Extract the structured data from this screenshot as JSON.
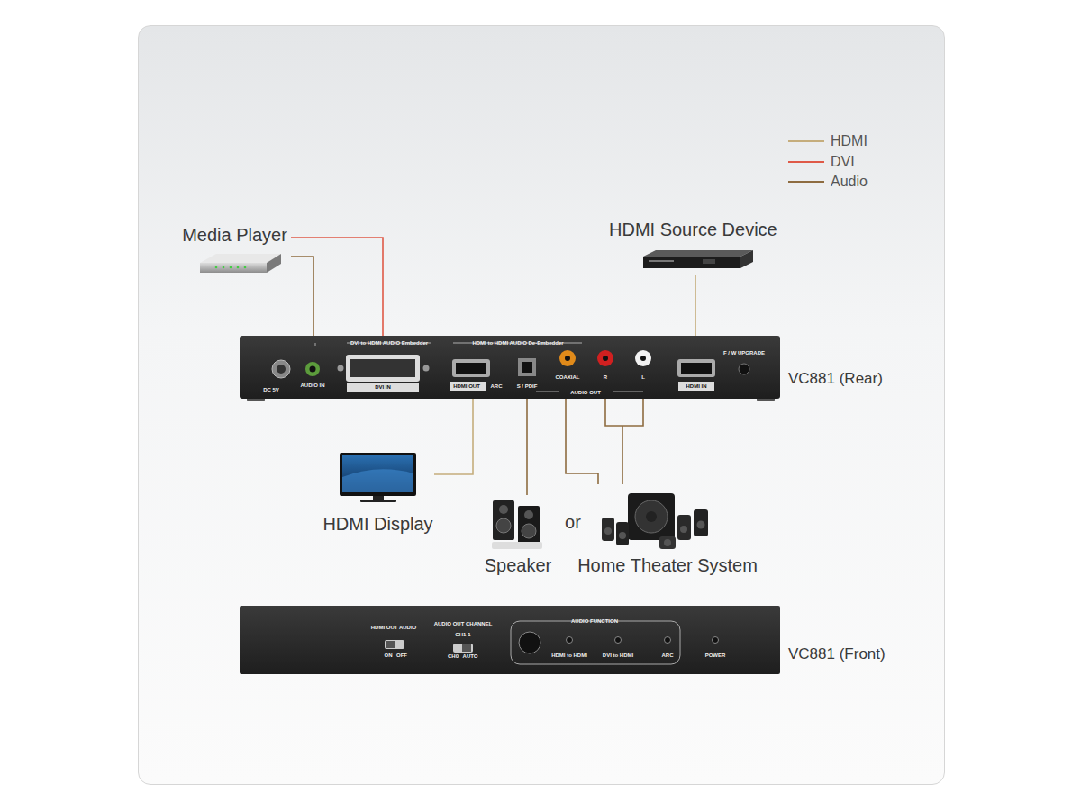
{
  "diagram": {
    "nodes": [
      {
        "text": [
          "Media Player"
        ]
      },
      {
        "text": [
          "HDMI Source Device"
        ]
      },
      {
        "text": [
          "VC881 (Rear)"
        ]
      },
      {
        "text": [
          "HDMI Display"
        ]
      },
      {
        "text": [
          "Speaker"
        ]
      },
      {
        "text": [
          "Home Theater System"
        ]
      },
      {
        "text": [
          "VC881 (Front)"
        ]
      }
    ],
    "edges": [
      {
        "from": 0,
        "to": 2,
        "arrow": "none"
      },
      {
        "from": 0,
        "to": 2,
        "arrow": "none"
      },
      {
        "from": 1,
        "to": 2,
        "arrow": "none"
      },
      {
        "from": 2,
        "to": 3,
        "arrow": "none"
      },
      {
        "from": 2,
        "to": 4,
        "arrow": "none"
      },
      {
        "from": 2,
        "to": 5,
        "arrow": "none"
      },
      {
        "from": 2,
        "to": 5,
        "arrow": "none"
      }
    ],
    "labels": [
      "DC 5V",
      "AUDIO IN",
      "DVI to HDMI AUDIO Embedder",
      "DVI IN",
      "HDMI to HDMI AUDIO De-Embedder",
      "HDMI OUT",
      "ARC",
      "S / PDIF",
      "COAXIAL",
      "R",
      "L",
      "AUDIO OUT",
      "HDMI IN",
      "F / W UPGRADE",
      "HDMI OUT AUDIO",
      "ON",
      "OFF",
      "AUDIO OUT CHANNEL",
      "CH1-1",
      "CH0",
      "AUTO",
      "AUDIO FUNCTION",
      "HDMI to HDMI",
      "DVI to HDMI",
      "ARC",
      "POWER",
      "or"
    ],
    "legend": [
      {
        "text": "HDMI"
      },
      {
        "text": "DVI"
      },
      {
        "text": "Audio"
      }
    ]
  }
}
